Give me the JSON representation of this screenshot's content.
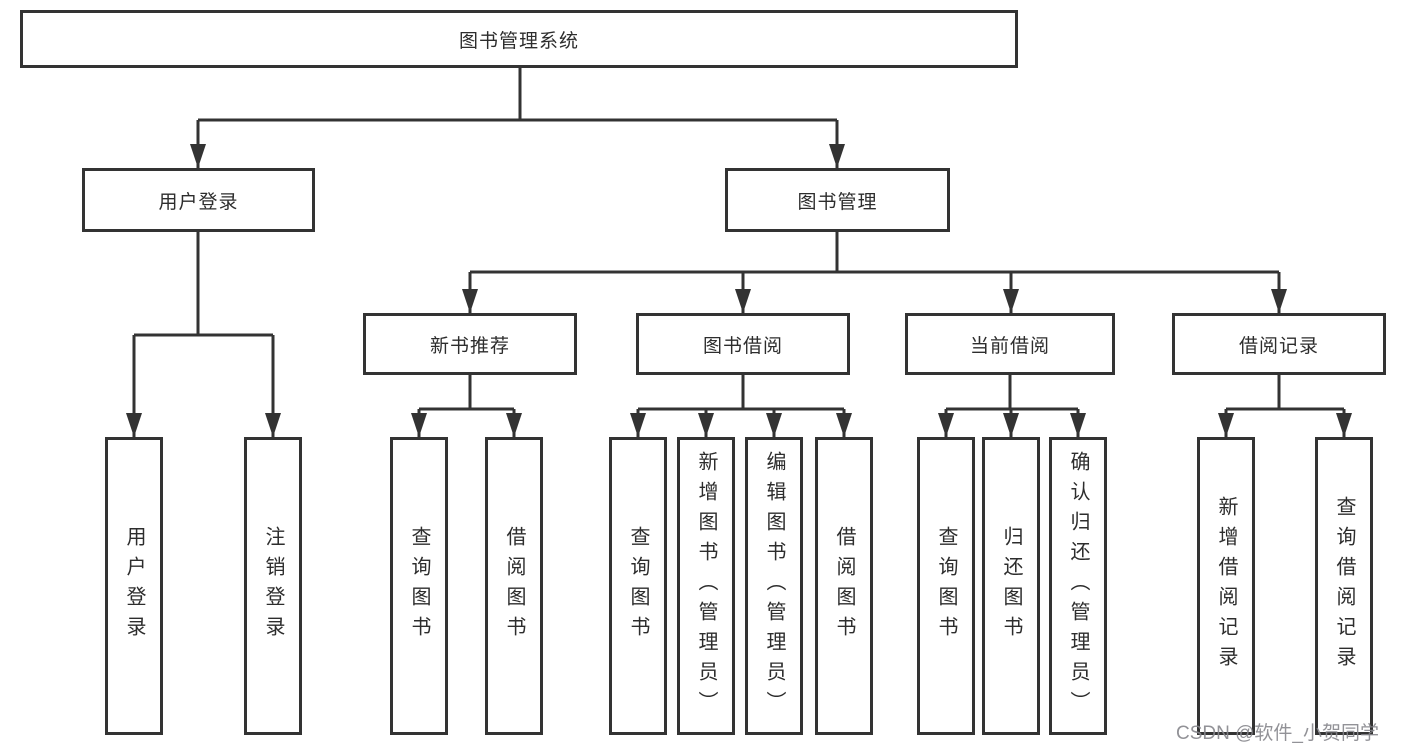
{
  "nodes": {
    "root": "图书管理系统",
    "user_login": "用户登录",
    "book_management": "图书管理",
    "new_book_recommend": "新书推荐",
    "book_borrow": "图书借阅",
    "current_borrow": "当前借阅",
    "borrow_record": "借阅记录",
    "user_login_children": [
      "用户登录",
      "注销登录"
    ],
    "new_book_children": [
      "查询图书",
      "借阅图书"
    ],
    "book_borrow_children": [
      "查询图书",
      "新增图书（管理员）",
      "编辑图书（管理员）",
      "借阅图书"
    ],
    "current_borrow_children": [
      "查询图书",
      "归还图书",
      "确认归还（管理员）"
    ],
    "borrow_record_children": [
      "新增借阅记录",
      "查询借阅记录"
    ]
  },
  "watermark": {
    "text": "CSDN @软件_小贺同学"
  },
  "colors": {
    "line": "#333333",
    "box_border": "#333333",
    "watermark": "#86868c",
    "background": "#ffffff"
  }
}
